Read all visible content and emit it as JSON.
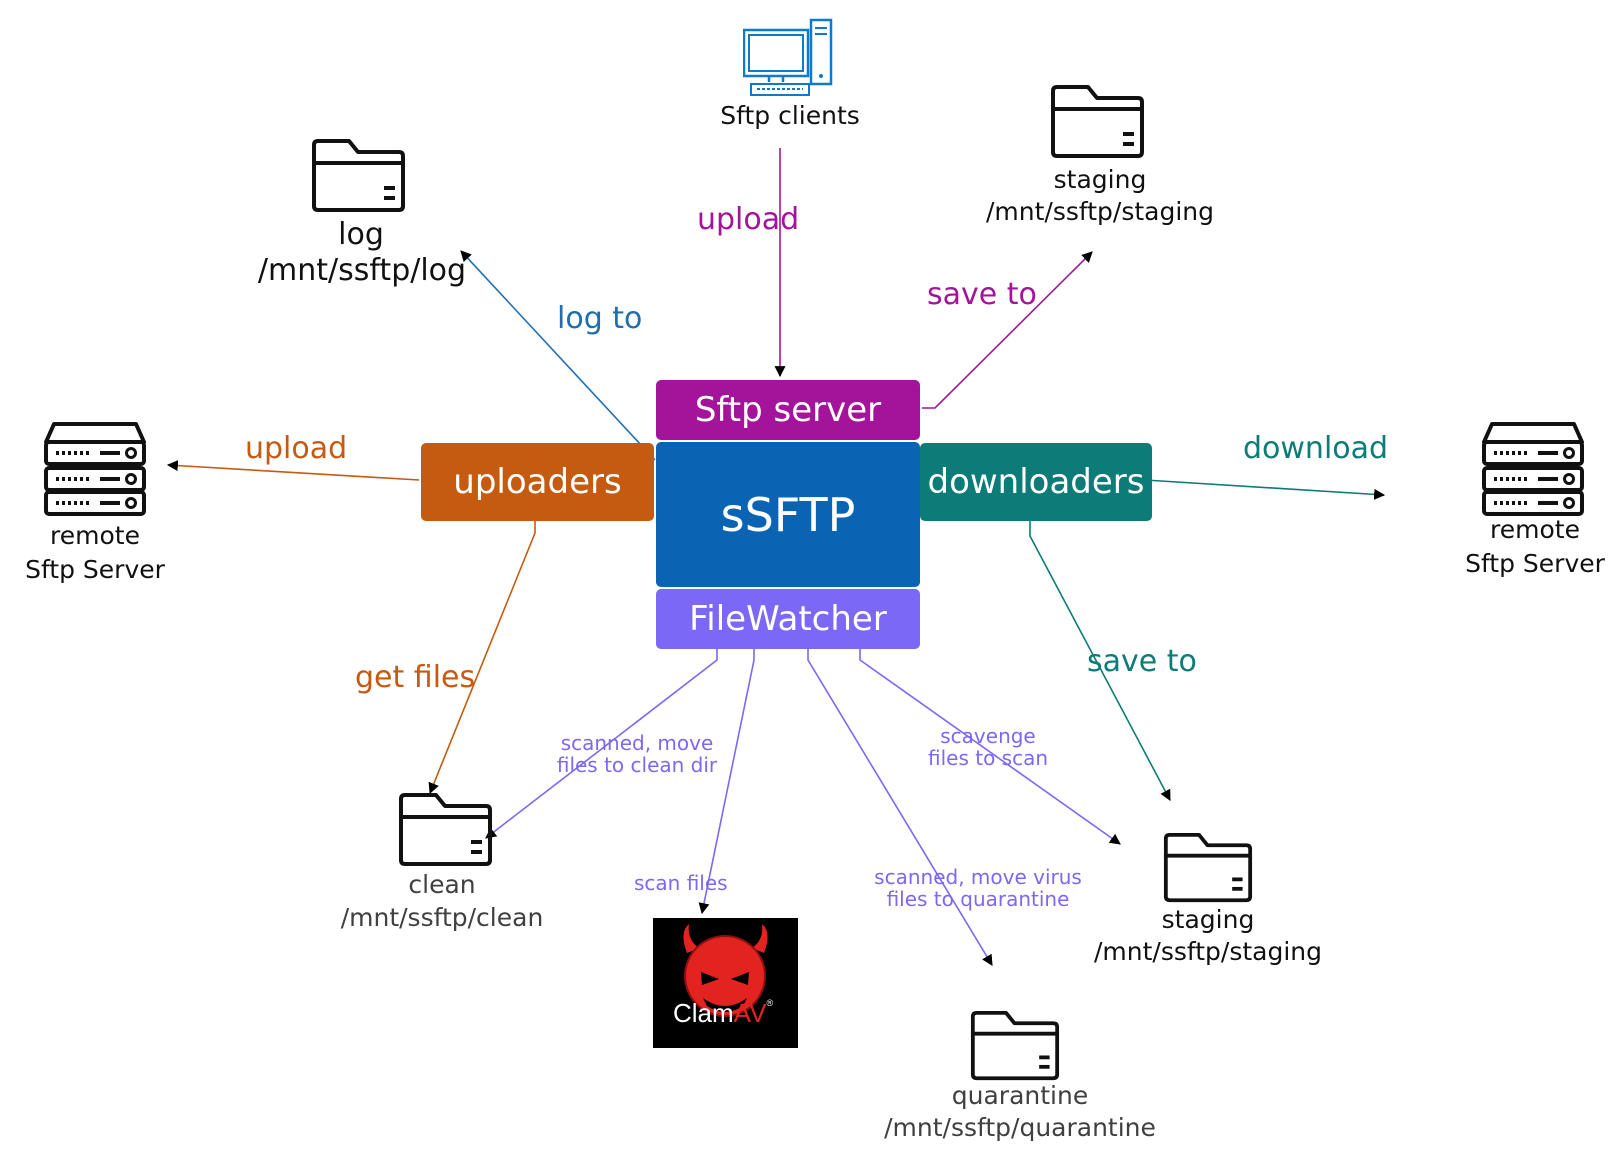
{
  "colors": {
    "sftp_server": "#A4149A",
    "core": "#0B63B4",
    "uploaders": "#C55A11",
    "downloaders": "#0D7B77",
    "filewatcher": "#7B68F7",
    "log_link": "#1F6FB0",
    "icon": "#0F7ACB",
    "folder": "#111111",
    "clamav_bg": "#000000",
    "clamav_red": "#E3231F"
  },
  "boxes": {
    "sftp_server": "Sftp server",
    "core": "sSFTP",
    "uploaders": "uploaders",
    "downloaders": "downloaders",
    "filewatcher": "FileWatcher"
  },
  "clients": {
    "label": "Sftp clients",
    "icon": "desktop-computer-icon"
  },
  "folders": {
    "log": {
      "name": "log",
      "path": "/mnt/ssftp/log"
    },
    "staging_top": {
      "name": "staging",
      "path": "/mnt/ssftp/staging"
    },
    "clean": {
      "name": "clean",
      "path": "/mnt/ssftp/clean"
    },
    "quarantine": {
      "name": "quarantine",
      "path": "/mnt/ssftp/quarantine"
    },
    "staging_bottom": {
      "name": "staging",
      "path": "/mnt/ssftp/staging"
    }
  },
  "remote_left": {
    "line1": "remote",
    "line2": "Sftp Server",
    "icon": "server-rack-icon"
  },
  "remote_right": {
    "line1": "remote",
    "line2": "Sftp Server",
    "icon": "server-rack-icon"
  },
  "edges": {
    "upload_clients": "upload",
    "log_to": "log to",
    "save_to_top": "save to",
    "upload_remote": "upload",
    "download_remote": "download",
    "get_files": "get files",
    "save_to_bottom": "save to",
    "scanned_clean_1": "scanned, move",
    "scanned_clean_2": "files to clean dir",
    "scan_files": "scan files",
    "scanned_virus_1": "scanned, move virus",
    "scanned_virus_2": "files to quarantine",
    "scavenge_1": "scavenge",
    "scavenge_2": "files to scan"
  },
  "clamav": {
    "brand_part1": "Clam",
    "brand_part2": "AV",
    "mark": "®",
    "icon": "clamav-devil-icon"
  }
}
